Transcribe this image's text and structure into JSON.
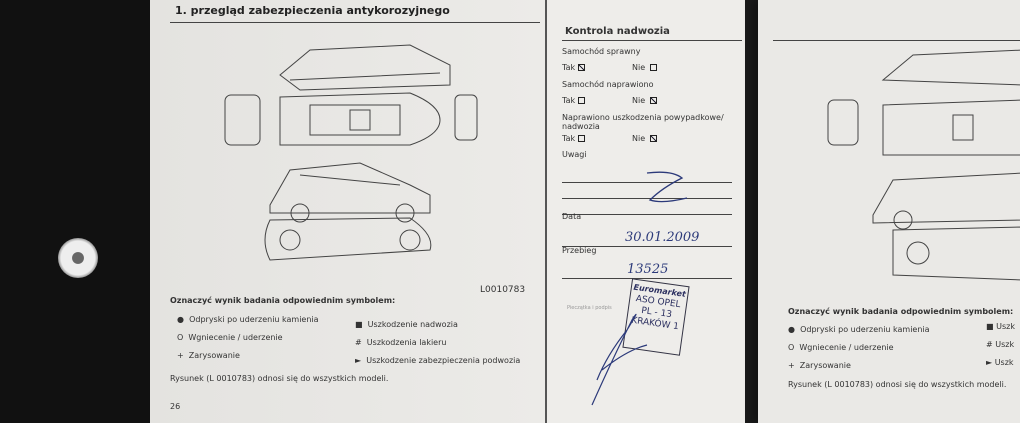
{
  "left_page": {
    "title": "1. przegląd zabezpieczenia antykorozyjnego",
    "drawing_code": "L0010783",
    "legend_heading": "Oznaczyć wynik badania odpowiednim symbolem:",
    "legend": [
      {
        "symbol": "●",
        "label": "Odpryski po uderzeniu kamienia"
      },
      {
        "symbol": "O",
        "label": "Wgniecenie / uderzenie"
      },
      {
        "symbol": "+",
        "label": "Zarysowanie"
      },
      {
        "symbol": "■",
        "label": "Uszkodzenie nadwozia"
      },
      {
        "symbol": "#",
        "label": "Uszkodzenia lakieru"
      },
      {
        "symbol": "►",
        "label": "Uszkodzenie zabezpieczenia podwozia"
      }
    ],
    "note": "Rysunek (L 0010783) odnosi się do wszystkich modeli.",
    "page_number": "26"
  },
  "form": {
    "heading": "Kontrola nadwozia",
    "q1": "Samochód sprawny",
    "q2": "Samochód naprawiono",
    "q3": "Naprawiono uszkodzenia powypadkowe/ nadwozia",
    "yes": "Tak",
    "no": "Nie",
    "answers": {
      "q1": "Tak",
      "q2": "Nie",
      "q3": "Nie"
    },
    "remarks_label": "Uwagi",
    "date_label": "Data",
    "date_value": "30.01.2009",
    "mileage_label": "Przebieg",
    "mileage_value": "13525",
    "stamp_caption": "Pieczątka i podpis",
    "stamp": {
      "line1": "Euromarket",
      "line2": "ASO OPEL",
      "line3": "PL - 13",
      "line4": "KRAKÓW 1"
    }
  },
  "right_page": {
    "legend_heading": "Oznaczyć wynik badania odpowiednim symbolem:",
    "items": [
      "Odpryski po uderzeniu kamienia",
      "Wgniecenie / uderzenie",
      "Zarysowanie",
      "Uszk",
      "Uszk",
      "Uszk"
    ],
    "note": "Rysunek (L 0010783) odnosi się do wszystkich modeli."
  }
}
